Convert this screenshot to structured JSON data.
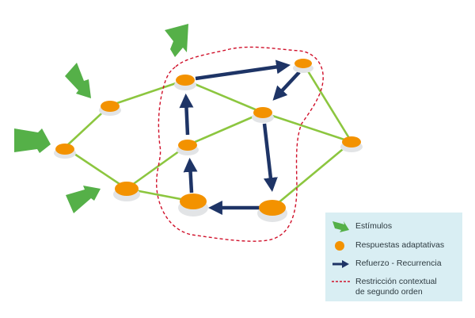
{
  "colors": {
    "edge": "#8cc63f",
    "stimulus": "#55b048",
    "node_fill": "#f39200",
    "node_base": "#e2e4e6",
    "arrow": "#1e3466",
    "restriction": "#d0102a",
    "legend_bg": "#d9eef3",
    "legend_text": "#2d3a40"
  },
  "legend": {
    "items": [
      {
        "id": "stimuli",
        "icon": "green-arrow-icon",
        "label": "Estímulos"
      },
      {
        "id": "adaptive",
        "icon": "orange-node-icon",
        "label": "Respuestas adaptativas"
      },
      {
        "id": "reinforcement",
        "icon": "blue-arrow-icon",
        "label": "Refuerzo - Recurrencia"
      },
      {
        "id": "restriction",
        "icon": "red-dashed-line-icon",
        "label_line1": "Restricción contextual",
        "label_line2": "de segundo orden"
      }
    ]
  }
}
